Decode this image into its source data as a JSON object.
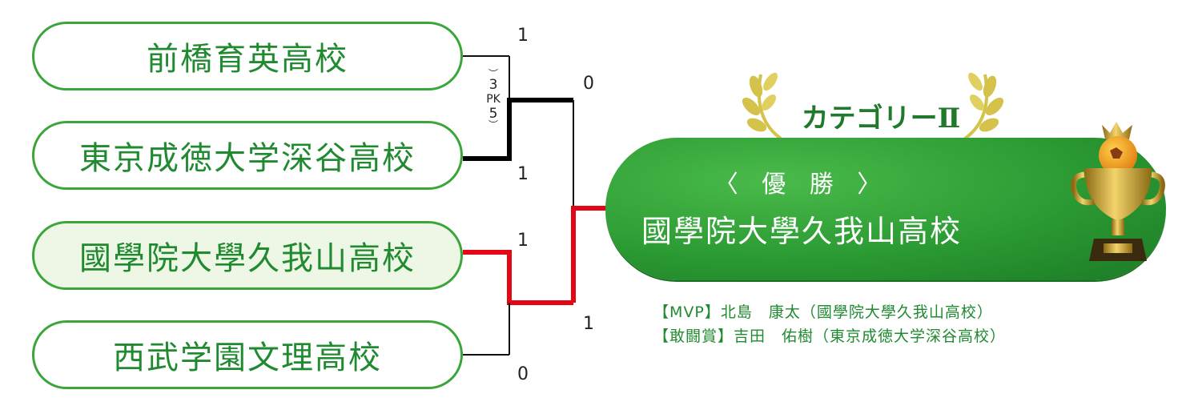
{
  "teams": [
    {
      "name": "前橋育英高校"
    },
    {
      "name": "東京成徳大学深谷高校"
    },
    {
      "name": "國學院大學久我山高校"
    },
    {
      "name": "西武学園文理高校"
    }
  ],
  "scores": {
    "match1_top": "1",
    "match1_bottom": "1",
    "match2_top": "1",
    "match2_bottom": "0",
    "final_top": "0",
    "final_bottom": "1"
  },
  "pk": {
    "top": "3",
    "label": "PK",
    "bottom": "5"
  },
  "champion": {
    "category": "カテゴリーⅡ",
    "title": "〈 優 勝 〉",
    "name": "國學院大學久我山高校"
  },
  "awards": [
    {
      "text": "【MVP】北島　康太（國學院大學久我山高校）"
    },
    {
      "text": "【敢闘賞】吉田　佑樹（東京成徳大学深谷高校）"
    }
  ],
  "colors": {
    "team_border": "#3aa63a",
    "text_green": "#1f8a2f",
    "winner_line_black": "#000000",
    "winner_line_red": "#e30613",
    "champion_green": "#2b9a33",
    "laurel_gold": "#d4c24a"
  }
}
